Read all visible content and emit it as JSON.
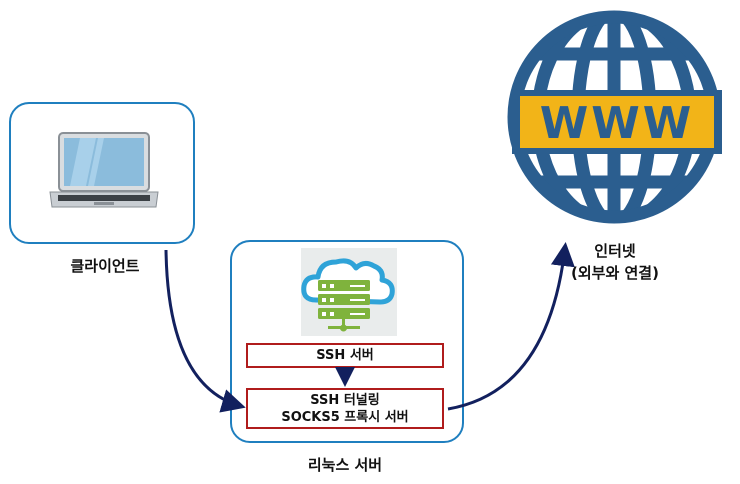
{
  "client": {
    "label": "클라이언트",
    "icon": "laptop-icon"
  },
  "server": {
    "label": "리눅스 서버",
    "icon": "cloud-server-icon",
    "ssh_server": "SSH 서버",
    "tunnel_line1": "SSH 터널링",
    "tunnel_line2": "SOCKS5 프록시 서버"
  },
  "internet": {
    "line1": "인터넷",
    "line2": "(외부와 연결)",
    "globe_text": "WWW",
    "icon": "globe-www-icon"
  },
  "colors": {
    "card_border": "#1f7fbf",
    "box_border": "#b01c1c",
    "arrow": "#12205e",
    "globe_blue": "#2b5e8f",
    "globe_yellow": "#f2b418",
    "server_green": "#7fb33d"
  }
}
